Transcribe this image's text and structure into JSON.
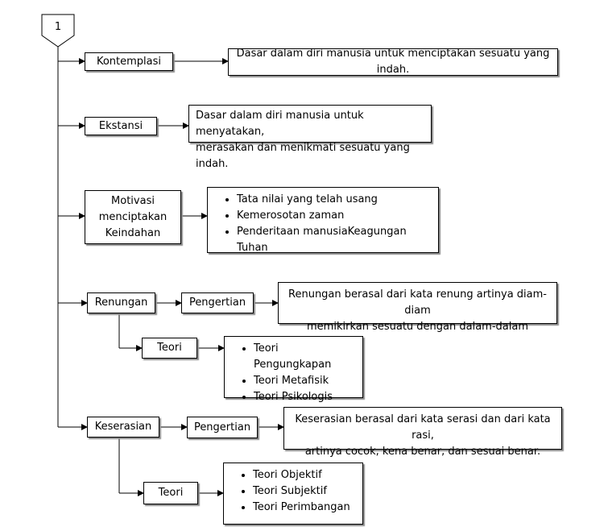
{
  "marker": {
    "label": "1"
  },
  "kontemplasi": {
    "label": "Kontemplasi",
    "definition": "Dasar dalam diri manusia untuk menciptakan sesuatu yang indah."
  },
  "ekstansi": {
    "label": "Ekstansi",
    "definition_lines": [
      "Dasar dalam diri manusia untuk menyatakan,",
      "merasakan dan menikmati sesuatu yang indah."
    ]
  },
  "motivasi": {
    "label_lines": [
      "Motivasi",
      "menciptakan",
      "Keindahan"
    ],
    "items": [
      "Tata nilai yang telah usang",
      "Kemerosotan zaman",
      "Penderitaan manusiaKeagungan Tuhan"
    ]
  },
  "renungan": {
    "label": "Renungan",
    "pengertian_label": "Pengertian",
    "pengertian_lines": [
      "Renungan berasal dari kata renung artinya diam-diam",
      "memikirkan sesuatu dengan dalam-dalam"
    ],
    "teori_label": "Teori",
    "teori_items": [
      "Teori Pengungkapan",
      "Teori Metafisik",
      "Teori Psikologis"
    ]
  },
  "keserasian": {
    "label": "Keserasian",
    "pengertian_label": "Pengertian",
    "pengertian_lines": [
      "Keserasian berasal dari kata serasi dan dari kata rasi,",
      "artinya cocok, kena benar, dan sesuai benar."
    ],
    "teori_label": "Teori",
    "teori_items": [
      "Teori Objektif",
      "Teori Subjektif",
      "Teori Perimbangan"
    ]
  }
}
